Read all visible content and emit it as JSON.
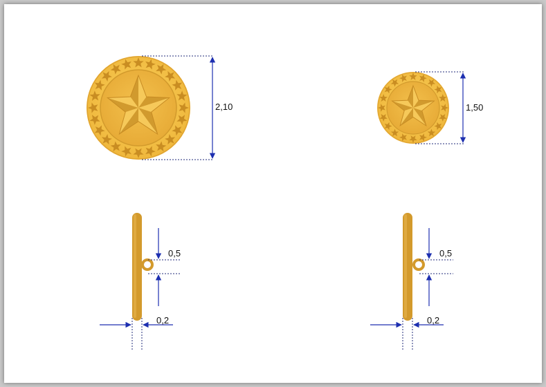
{
  "large_button": {
    "diameter_label": "2,10",
    "leg_gap_label": "0,5",
    "thickness_label": "0,2"
  },
  "small_button": {
    "diameter_label": "1,50",
    "leg_gap_label": "0,5",
    "thickness_label": "0,2"
  },
  "colors": {
    "gold_light": "#f5c44a",
    "gold_mid": "#e8ac38",
    "gold_dark": "#c98d22",
    "profile": "#d39a2c",
    "dimension": "#1d2fb0"
  },
  "icons": {
    "face": "star-emblem-icon",
    "shank": "shank-loop-icon"
  }
}
